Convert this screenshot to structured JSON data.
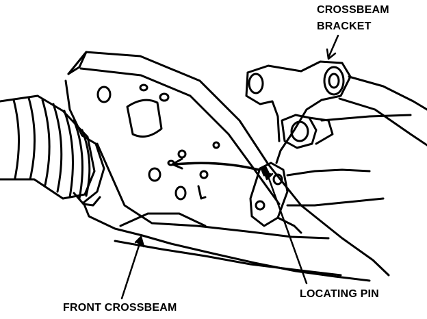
{
  "labels": {
    "crossbeam_bracket_line1": "CROSSBEAM",
    "crossbeam_bracket_line2": "BRACKET",
    "front_crossbeam": "FRONT CROSSBEAM",
    "locating_pin": "LOCATING PIN"
  },
  "colors": {
    "ink": "#000000",
    "paper": "#ffffff"
  }
}
